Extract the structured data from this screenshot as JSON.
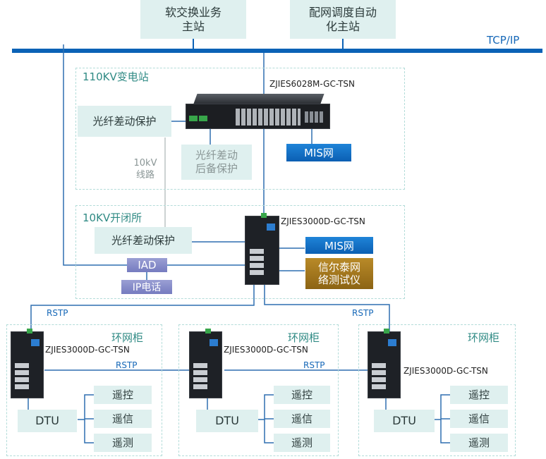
{
  "top": {
    "softswitch": [
      "软交换业务",
      "主站"
    ],
    "dms": [
      "配网调度自动",
      "化主站"
    ],
    "protocol": "TCP/IP"
  },
  "substation": {
    "title": "110KV变电站",
    "switch_model": "ZJIES6028M-GC-TSN",
    "fiber_protection": "光纤差动保护",
    "backup_protection": [
      "光纤差动",
      "后备保护"
    ],
    "mis": "MIS网",
    "line_label": [
      "10kV",
      "线路"
    ]
  },
  "switching_station": {
    "title": "10KV开闭所",
    "switch_model": "ZJIES3000D-GC-TSN",
    "fiber_protection": "光纤差动保护",
    "mis": "MIS网",
    "tester": [
      "信尔泰网",
      "络测试仪"
    ],
    "iad": "IAD",
    "ip_phone": "IP电话"
  },
  "ring_units": [
    {
      "title": "环网柜",
      "switch_model": "ZJIES3000D-GC-TSN",
      "dtu": "DTU",
      "functions": [
        "遥控",
        "遥信",
        "遥测"
      ]
    },
    {
      "title": "环网柜",
      "switch_model": "ZJIES3000D-GC-TSN",
      "dtu": "DTU",
      "functions": [
        "遥控",
        "遥信",
        "遥测"
      ]
    },
    {
      "title": "环网柜",
      "switch_model": "ZJIES3000D-GC-TSN",
      "dtu": "DTU",
      "functions": [
        "遥控",
        "遥信",
        "遥测"
      ]
    }
  ],
  "rstp_label": "RSTP",
  "colors": {
    "bus": "#0b62b6",
    "link": "#2f6fb0",
    "zone_border": "#b3dcd9",
    "box_fill": "#dff0ef",
    "zone_title": "#2f8a84",
    "mis": "#1570c6",
    "tester": "#a07a20",
    "iad": "#8a8fcc"
  }
}
